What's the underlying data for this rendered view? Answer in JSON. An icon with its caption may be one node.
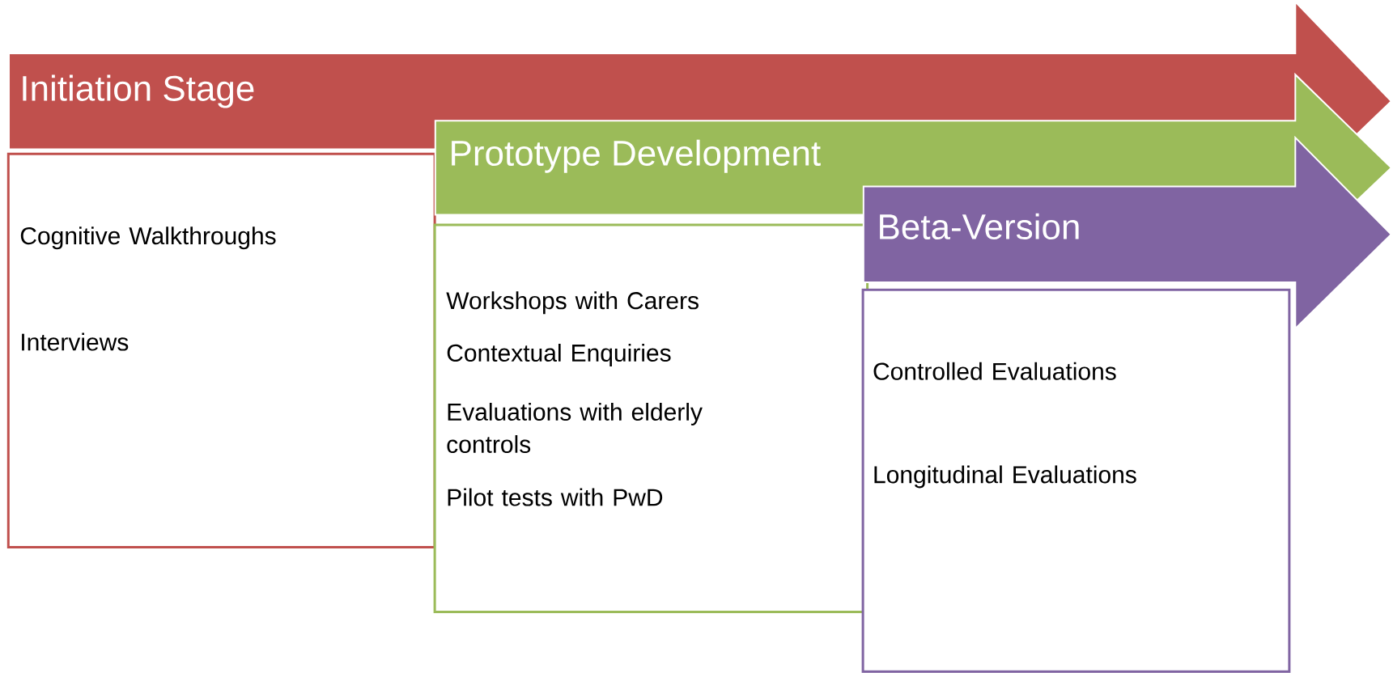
{
  "diagram": {
    "nodes": [
      {
        "text": [
          "Initiation Stage"
        ]
      },
      {
        "text": [
          "Cognitive Walkthroughs",
          "Interviews"
        ]
      },
      {
        "text": [
          "Prototype Development"
        ]
      },
      {
        "text": [
          "Workshops with Carers",
          "Contextual Enquiries",
          "Evaluations with elderly controls",
          "Pilot tests with PwD"
        ]
      },
      {
        "text": [
          "Beta-Version"
        ]
      },
      {
        "text": [
          "Controlled Evaluations",
          "Longitudinal Evaluations"
        ]
      }
    ]
  }
}
